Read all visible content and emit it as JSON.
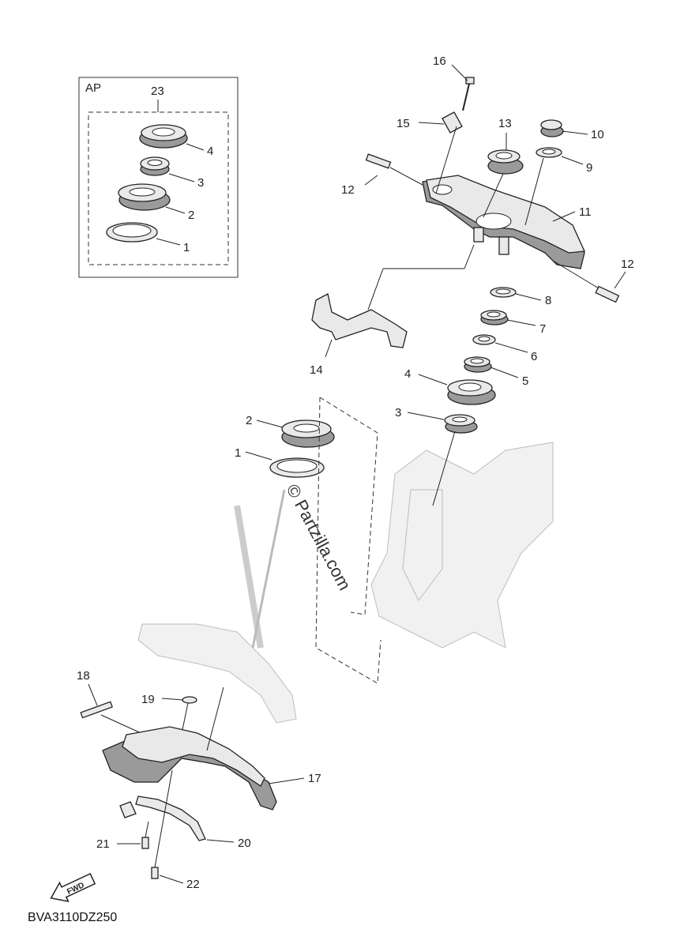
{
  "diagram": {
    "diagram_code": "BVA3110DZ250",
    "watermark": "© Partzilla.com",
    "fwd_label": "FWD",
    "inset": {
      "label": "AP",
      "group_number": "23",
      "callouts": [
        "4",
        "3",
        "2",
        "1"
      ]
    },
    "callouts": [
      "16",
      "15",
      "13",
      "10",
      "9",
      "12",
      "11",
      "12",
      "8",
      "7",
      "6",
      "5",
      "4",
      "3",
      "14",
      "2",
      "1",
      "18",
      "19",
      "17",
      "20",
      "21",
      "22"
    ]
  }
}
